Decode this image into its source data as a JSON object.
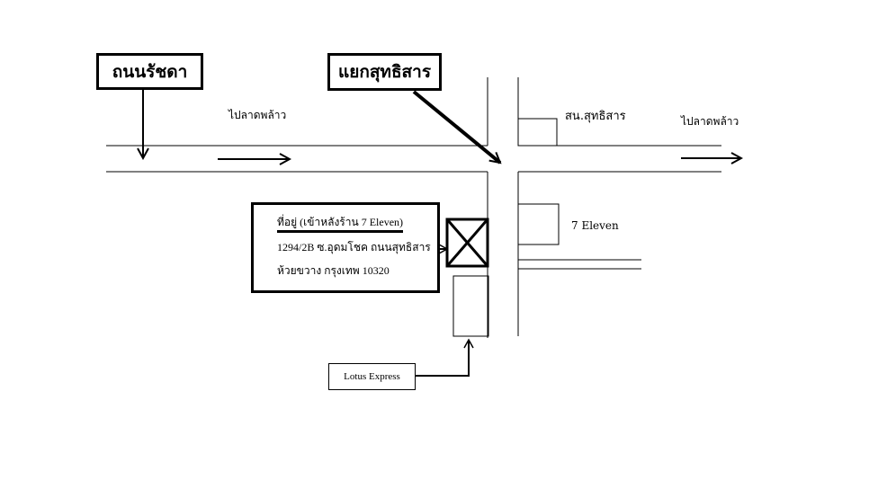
{
  "labels": {
    "ratchada_road": "ถนนรัชดา",
    "sutthisan_junction": "แยกสุทธิสาร",
    "to_ladprao_left": "ไปลาดพล้าว",
    "to_ladprao_right": "ไปลาดพล้าว",
    "sutthisan_police": "สน.สุทธิสาร",
    "seven_eleven": "7 Eleven",
    "lotus_express": "Lotus Express"
  },
  "address": {
    "title": "ที่อยู่ (เข้าหลังร้าน 7 Eleven)",
    "line1": "1294/2B ซ.อุดมโชค ถนนสุทธิสาร",
    "line2": "ห้วยขวาง กรุงเทพ 10320"
  },
  "icons": {
    "destination_marker": "crossed-box-icon",
    "direction_arrow": "arrow-icon"
  },
  "colors": {
    "ink": "#000000",
    "background": "#ffffff"
  }
}
